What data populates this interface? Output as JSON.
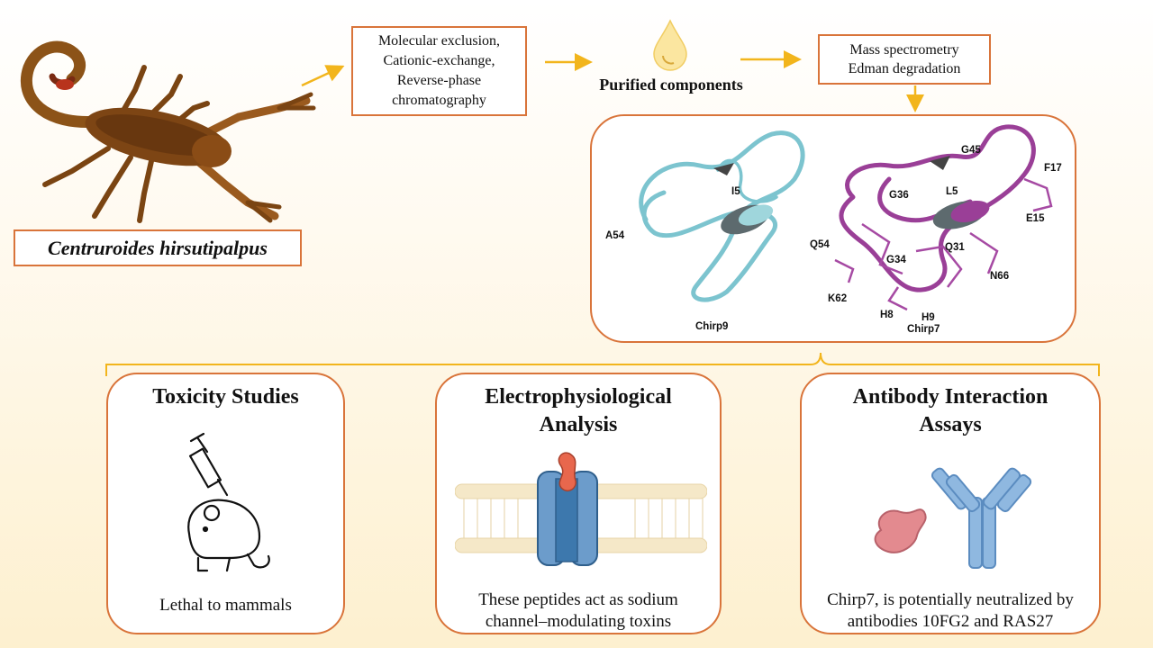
{
  "species": {
    "name": "Centruroides hirsutipalpus"
  },
  "methods": {
    "chromatography": [
      "Molecular exclusion,",
      "Cationic-exchange,",
      "Reverse-phase",
      "chromatography"
    ],
    "purified_label": "Purified components",
    "analysis": [
      "Mass spectrometry",
      "Edman degradation"
    ]
  },
  "structure": {
    "left_name": "Chirp9",
    "right_name": "Chirp7",
    "left_residues": [
      "I5",
      "A54"
    ],
    "right_residues": [
      "G45",
      "F17",
      "G36",
      "L5",
      "E15",
      "Q54",
      "Q31",
      "G34",
      "N66",
      "K62",
      "H8",
      "H9"
    ]
  },
  "panels": [
    {
      "title": "Toxicity Studies",
      "caption": [
        "Lethal to mammals"
      ]
    },
    {
      "title": [
        "Electrophysiological",
        "Analysis"
      ],
      "caption": [
        "These peptides act as sodium",
        "channel–modulating toxins"
      ]
    },
    {
      "title": [
        "Antibody Interaction",
        "Assays"
      ],
      "caption": [
        "Chirp7, is potentially neutralized by",
        "antibodies 10FG2 and RAS27"
      ]
    }
  ],
  "colors": {
    "accent_border": "#d9743a",
    "arrow": "#f2b51c",
    "chirp9": "#7cc4cf",
    "chirp7": "#9a3f97",
    "channel": "#3d78ad",
    "toxin": "#e8674d",
    "antibody": "#8fb8e0"
  }
}
